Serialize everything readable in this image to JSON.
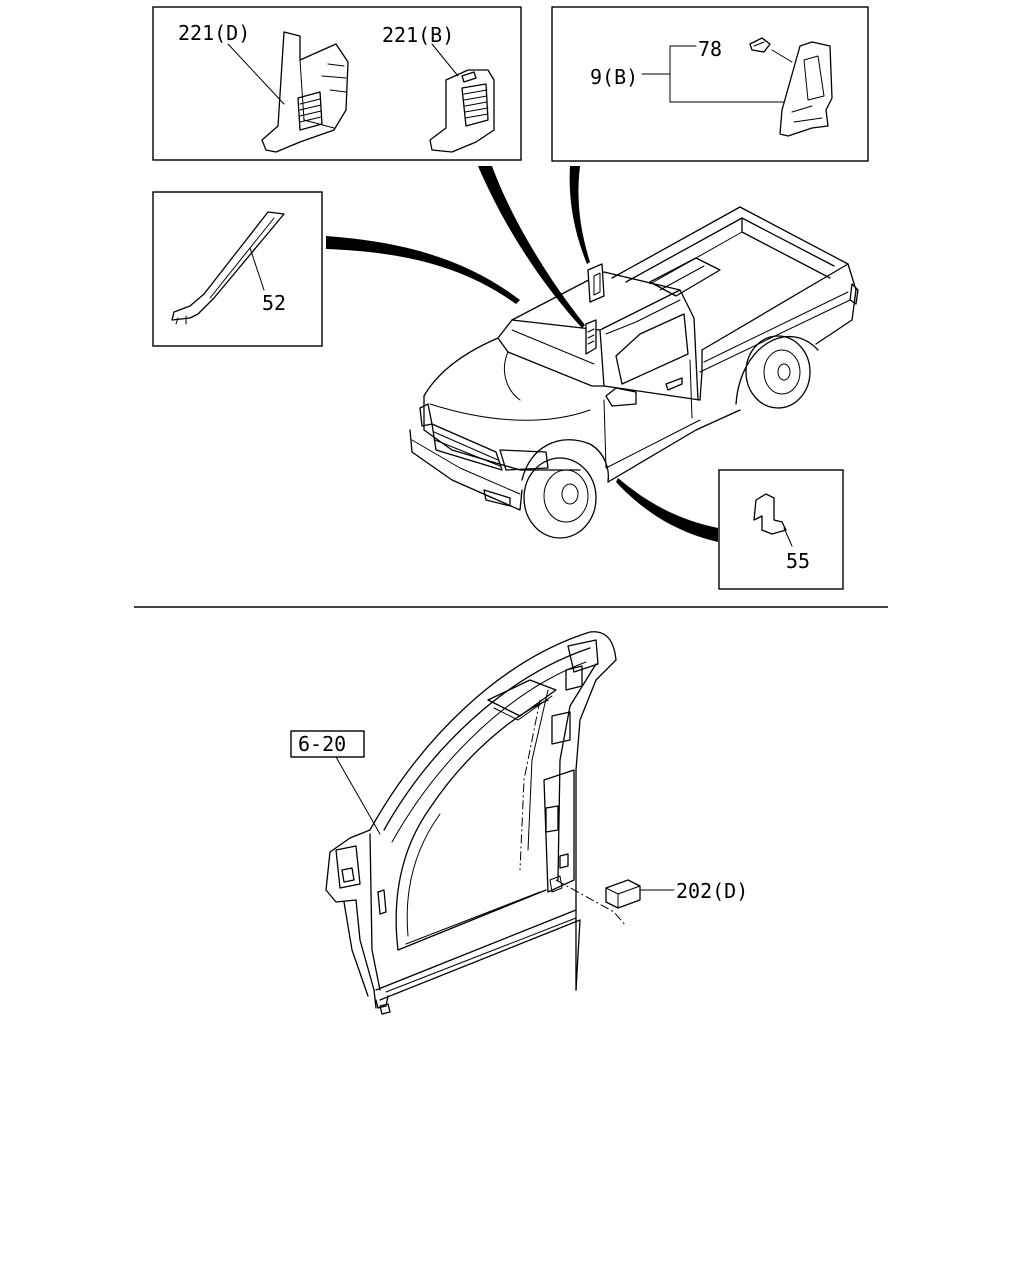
{
  "callouts": {
    "c221d": "221(D)",
    "c221b": "221(B)",
    "c9b": "9(B)",
    "c78": "78",
    "c52": "52",
    "c55": "55",
    "c620": "6-20",
    "c202d": "202(D)"
  }
}
